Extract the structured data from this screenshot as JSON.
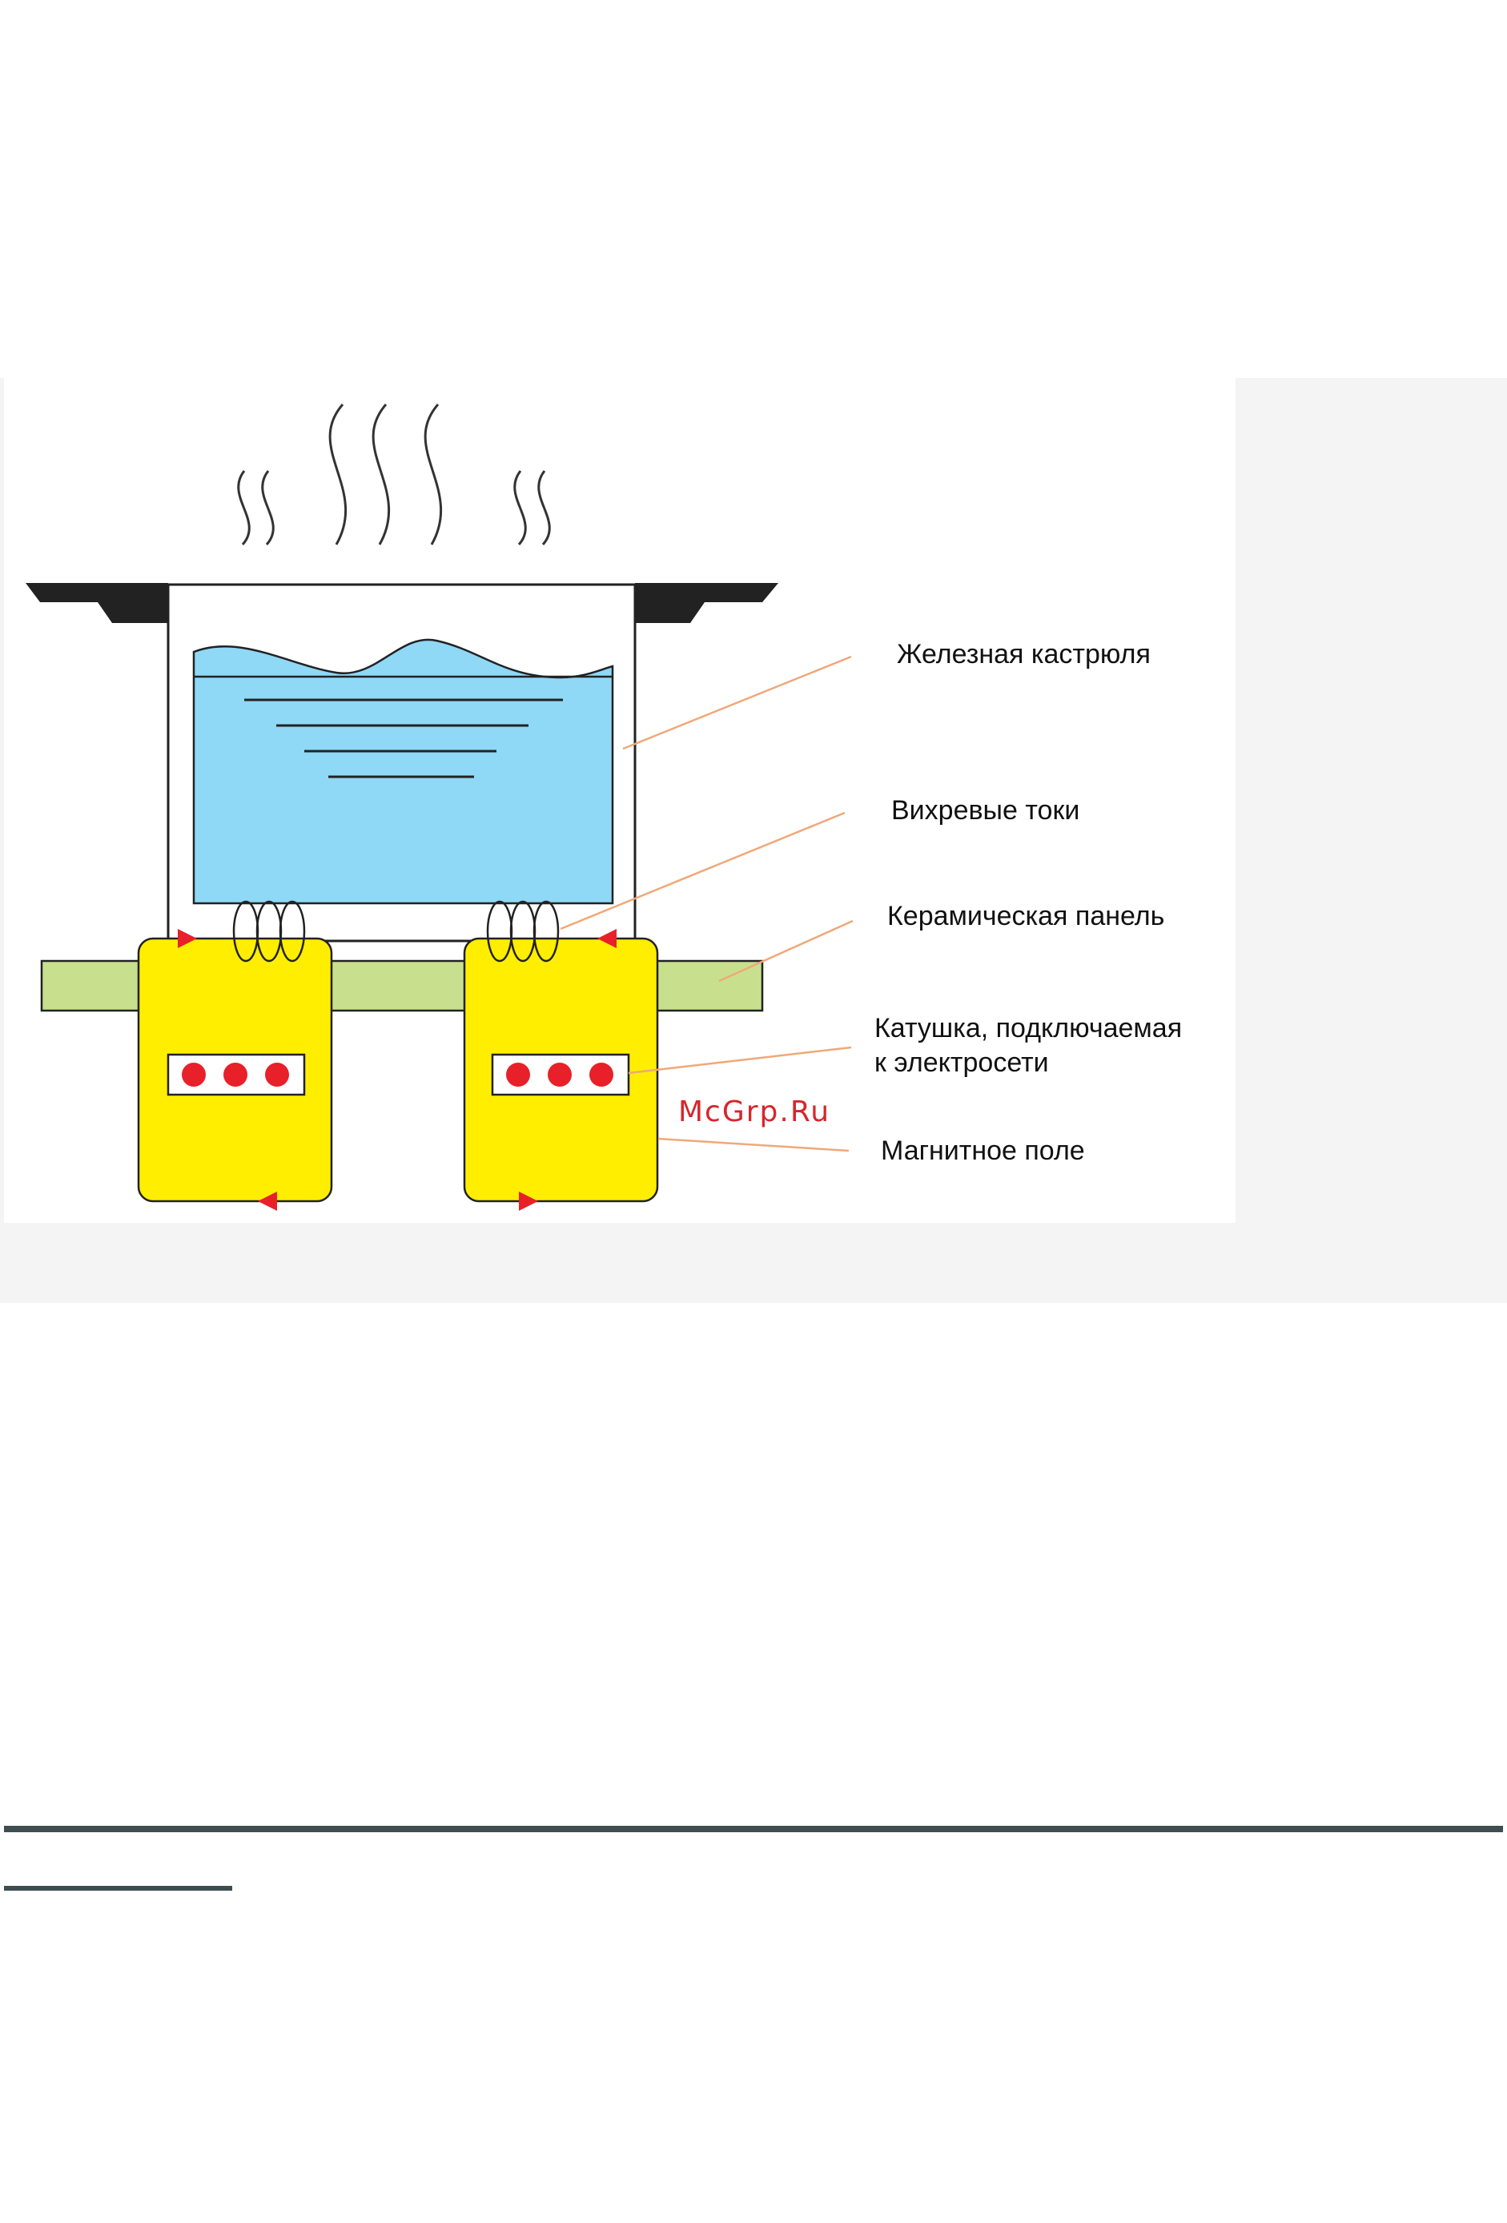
{
  "diagram": {
    "labels": {
      "pot": "Железная кастрюля",
      "eddy_currents": "Вихревые токи",
      "ceramic_panel": "Керамическая панель",
      "coil_line1": "Катушка, подключаемая",
      "coil_line2": "к электросети",
      "magnetic_field": "Магнитное поле"
    },
    "watermark": "McGrp.Ru"
  },
  "colors": {
    "band_background": "#f4f4f4",
    "diagram_background": "#ffffff",
    "water": "#8fd8f6",
    "coil_block": "#ffee00",
    "ceramic_panel": "#c8e08e",
    "pot_rim": "#222222",
    "leader_lines": "#f0a878",
    "arrows_and_dots": "#e8202a",
    "footer_rules": "#3e4d4f"
  }
}
